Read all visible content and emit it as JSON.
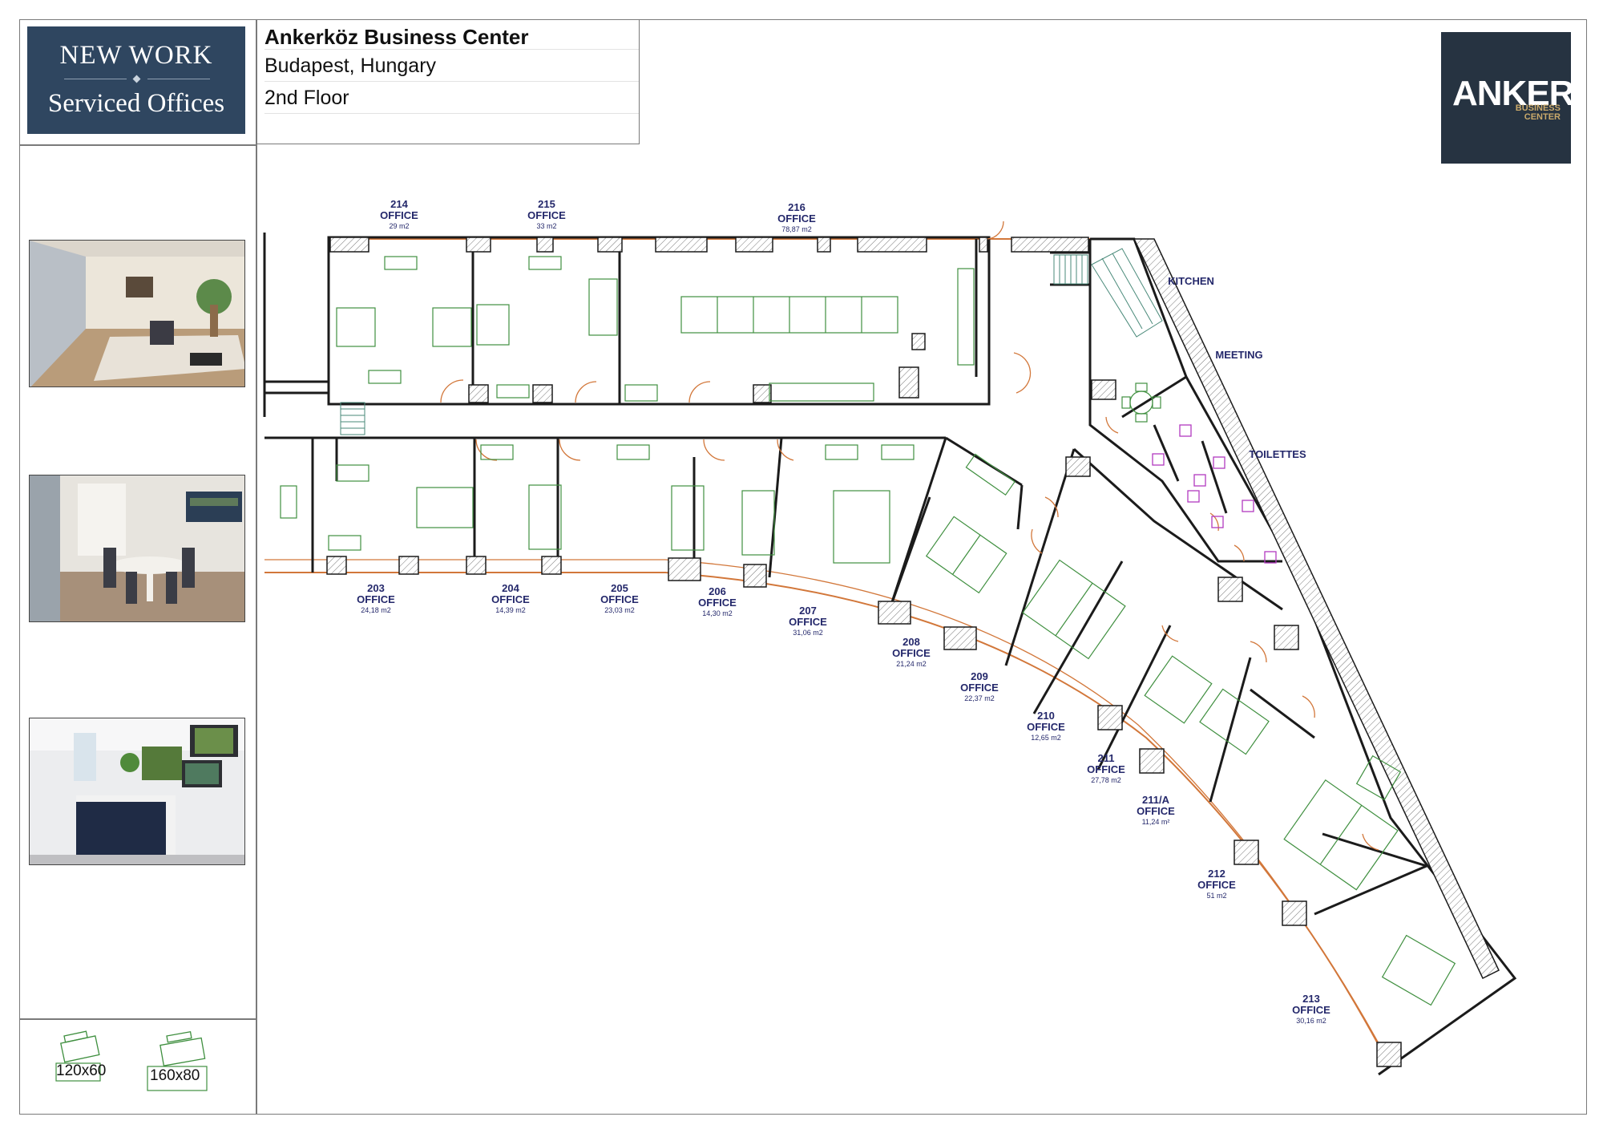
{
  "brand": {
    "line1": "NEW WORK",
    "line2": "Serviced Offices"
  },
  "info": {
    "title": "Ankerköz Business Center",
    "city": "Budapest, Hungary",
    "floor": "2nd Floor"
  },
  "logo": {
    "name": "ANKER",
    "sub1": "BUSINESS",
    "sub2": "CENTER"
  },
  "photos": [
    {
      "name": "photo-private-office",
      "icon": "office-desk-photo"
    },
    {
      "name": "photo-meeting-room",
      "icon": "round-table-photo"
    },
    {
      "name": "photo-reception",
      "icon": "reception-desk-photo"
    }
  ],
  "legend": {
    "desk_small": "120x60",
    "desk_large": "160x80"
  },
  "rooms": {
    "r214": {
      "num": "214",
      "type": "OFFICE",
      "area": "29 m2"
    },
    "r215": {
      "num": "215",
      "type": "OFFICE",
      "area": "33 m2"
    },
    "r216": {
      "num": "216",
      "type": "OFFICE",
      "area": "78,87 m2"
    },
    "r203": {
      "num": "203",
      "type": "OFFICE",
      "area": "24,18 m2"
    },
    "r204": {
      "num": "204",
      "type": "OFFICE",
      "area": "14,39 m2"
    },
    "r205": {
      "num": "205",
      "type": "OFFICE",
      "area": "23,03 m2"
    },
    "r206": {
      "num": "206",
      "type": "OFFICE",
      "area": "14,30 m2"
    },
    "r207": {
      "num": "207",
      "type": "OFFICE",
      "area": "31,06 m2"
    },
    "r208": {
      "num": "208",
      "type": "OFFICE",
      "area": "21,24 m2"
    },
    "r209": {
      "num": "209",
      "type": "OFFICE",
      "area": "22,37 m2"
    },
    "r210": {
      "num": "210",
      "type": "OFFICE",
      "area": "12,65 m2"
    },
    "r211": {
      "num": "211",
      "type": "OFFICE",
      "area": "27,78 m2"
    },
    "r211a": {
      "num": "211/A",
      "type": "OFFICE",
      "area": "11,24 m²"
    },
    "r212": {
      "num": "212",
      "type": "OFFICE",
      "area": "51 m2"
    },
    "r213": {
      "num": "213",
      "type": "OFFICE",
      "area": "30,16 m2"
    }
  },
  "facilities": {
    "kitchen": "KITCHEN",
    "meeting": "MEETING",
    "toilettes": "TOILETTES"
  },
  "colors": {
    "brand_bg": "#2f4660",
    "logo_bg": "#263341",
    "label": "#24286b",
    "furniture": "#3f8f3f",
    "glazing": "#d2773a",
    "wc": "#b23ac0"
  }
}
